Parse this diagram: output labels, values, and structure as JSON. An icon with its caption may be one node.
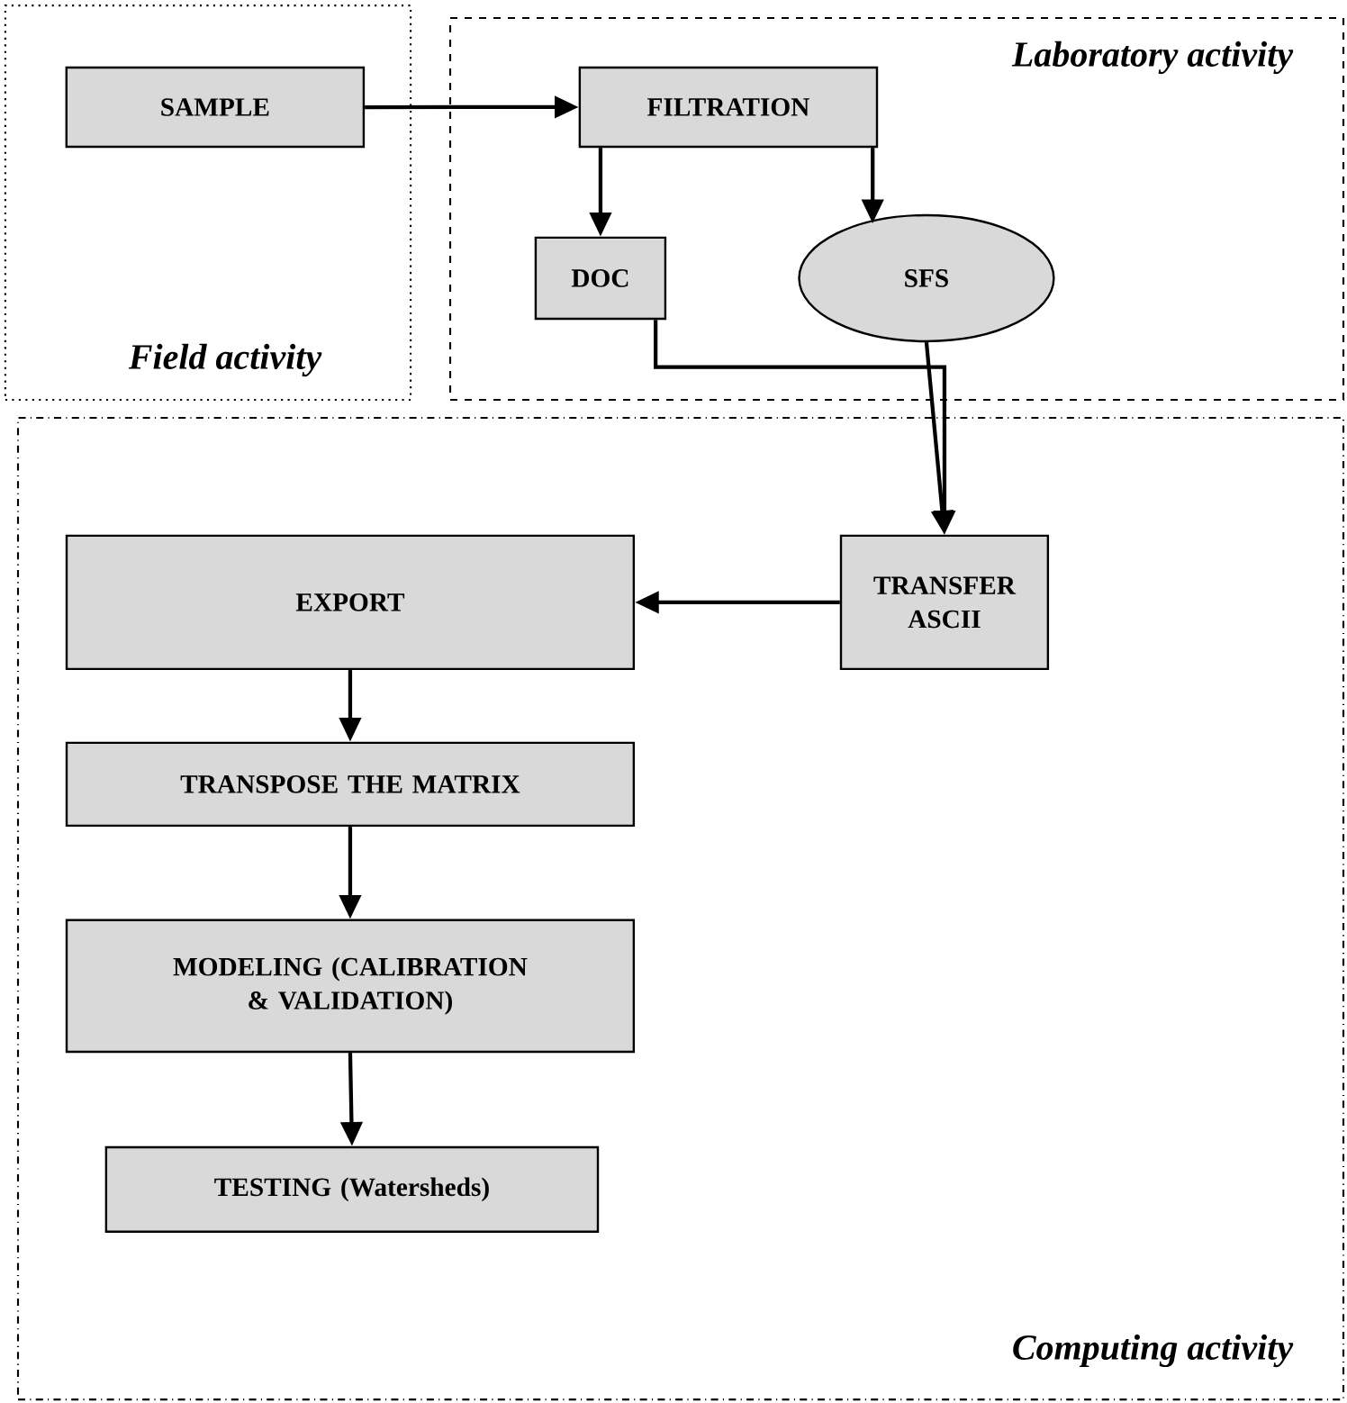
{
  "diagram": {
    "nodes": [
      {
        "text": [
          "Field activity"
        ]
      },
      {
        "text": [
          "Laboratory activity"
        ]
      },
      {
        "text": [
          "Computing activity"
        ]
      },
      {
        "text": [
          "SAMPLE"
        ],
        "in": 0
      },
      {
        "text": [
          "FILTRATION"
        ],
        "in": 1
      },
      {
        "text": [
          "DOC"
        ],
        "in": 1
      },
      {
        "text": [
          "SFS"
        ],
        "in": 1
      },
      {
        "text": [
          "TRANSFER ASCII"
        ],
        "in": 2
      },
      {
        "text": [
          "EXPORT"
        ],
        "in": 2
      },
      {
        "text": [
          "TRANSPOSE THE MATRIX"
        ],
        "in": 2
      },
      {
        "text": [
          "MODELING (CALIBRATION & VALIDATION)"
        ],
        "in": 2
      },
      {
        "text": [
          "TESTING (Watersheds)"
        ],
        "in": 2
      }
    ],
    "edges": [
      {
        "from": 3,
        "to": 4,
        "arrow": "to"
      },
      {
        "from": 4,
        "to": 5,
        "arrow": "to"
      },
      {
        "from": 4,
        "to": 6,
        "arrow": "to"
      },
      {
        "from": 5,
        "to": 7,
        "arrow": "to"
      },
      {
        "from": 6,
        "to": 7,
        "arrow": "to"
      },
      {
        "from": 7,
        "to": 8,
        "arrow": "to"
      },
      {
        "from": 8,
        "to": 9,
        "arrow": "to"
      },
      {
        "from": 9,
        "to": 10,
        "arrow": "to"
      },
      {
        "from": 10,
        "to": 11,
        "arrow": "to"
      }
    ]
  }
}
